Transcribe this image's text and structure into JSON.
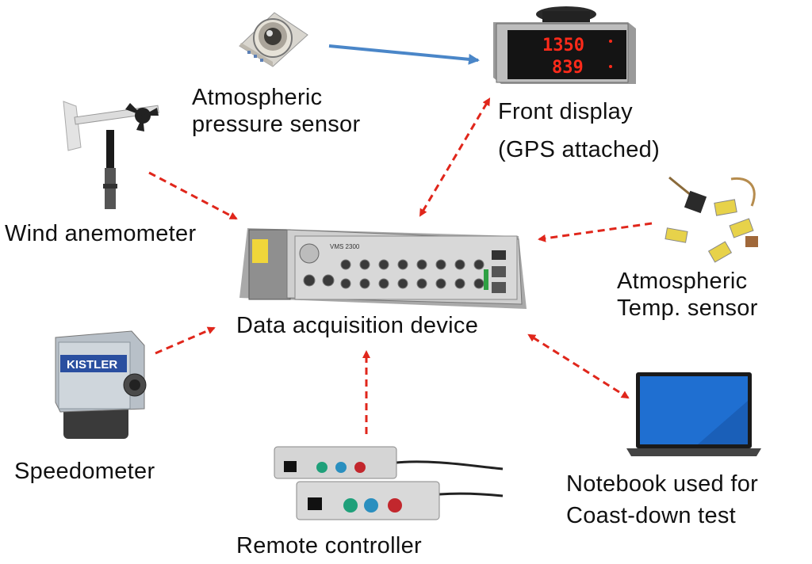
{
  "labels": {
    "pressure_sensor": [
      "Atmospheric",
      "pressure sensor"
    ],
    "front_display": [
      "Front display",
      "(GPS attached)"
    ],
    "wind_anemometer": "Wind anemometer",
    "data_acquisition": "Data acquisition device",
    "temp_sensor": [
      "Atmospheric",
      "Temp. sensor"
    ],
    "speedometer": "Speedometer",
    "notebook": [
      "Notebook used for",
      "Coast-down test"
    ],
    "remote_controller": "Remote controller"
  },
  "device_text": {
    "display_top": "1350",
    "display_bottom": "839",
    "daq_model": "VMS 2300",
    "speedometer_brand": "KISTLER"
  },
  "colors": {
    "arrow_dashed": "#e0261b",
    "arrow_solid": "#4a86c8",
    "display_digits": "#ff2a1a",
    "laptop_screen": "#1f6fd1",
    "remote_green": "#1fa07a",
    "remote_blue": "#2a8fbf",
    "remote_red": "#c2272d"
  },
  "connections": [
    {
      "from": "Atmospheric pressure sensor",
      "to": "Front display",
      "style": "solid"
    },
    {
      "from": "Wind anemometer",
      "to": "Data acquisition device",
      "style": "dashed"
    },
    {
      "from": "Front display",
      "to": "Data acquisition device",
      "style": "dashed-bidirectional"
    },
    {
      "from": "Atmospheric Temp. sensor",
      "to": "Data acquisition device",
      "style": "dashed"
    },
    {
      "from": "Speedometer",
      "to": "Data acquisition device",
      "style": "dashed"
    },
    {
      "from": "Remote controller",
      "to": "Data acquisition device",
      "style": "dashed"
    },
    {
      "from": "Data acquisition device",
      "to": "Notebook used for Coast-down test",
      "style": "dashed-bidirectional"
    }
  ]
}
